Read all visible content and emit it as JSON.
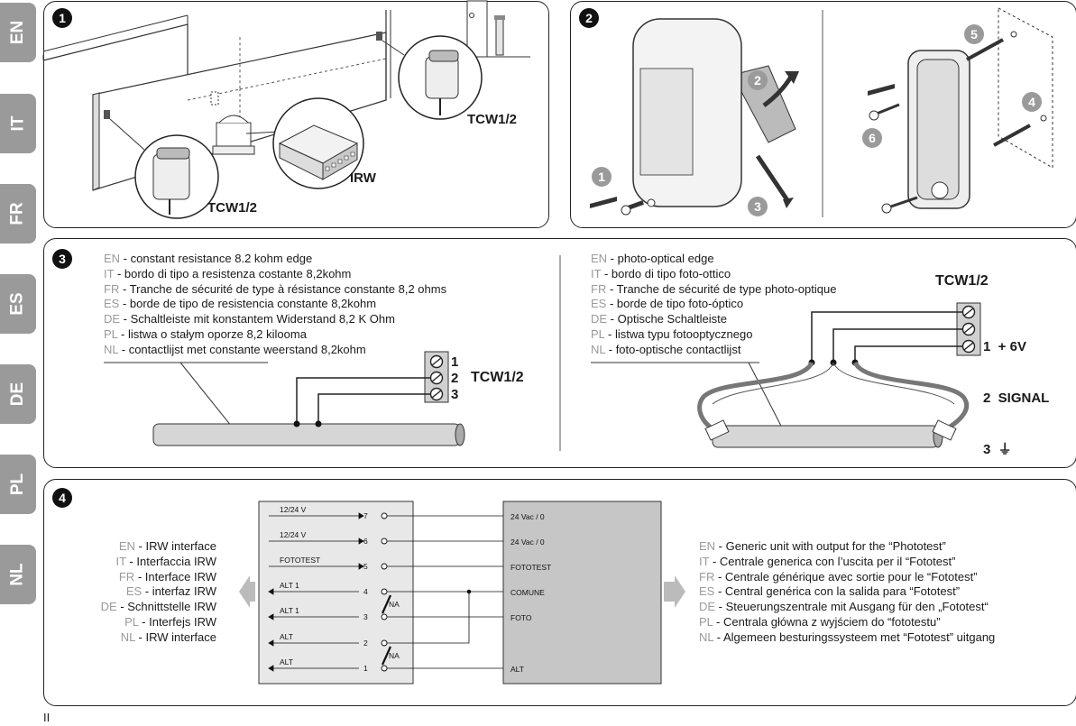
{
  "side_tabs": [
    "EN",
    "IT",
    "FR",
    "ES",
    "DE",
    "PL",
    "NL"
  ],
  "panel1": {
    "number": "1",
    "label_left": "TCW1/2",
    "label_right": "TCW1/2",
    "label_irw": "IRW"
  },
  "panel2": {
    "number": "2",
    "steps": [
      "1",
      "2",
      "3",
      "4",
      "5",
      "6"
    ]
  },
  "panel3": {
    "number": "3",
    "left_text": [
      {
        "lang": "EN",
        "text": " - constant resistance 8.2 kohm edge"
      },
      {
        "lang": "IT",
        "text": " - bordo di tipo a resistenza costante 8,2kohm"
      },
      {
        "lang": "FR",
        "text": " - Tranche de sécurité de type à résistance constante 8,2 ohms"
      },
      {
        "lang": "ES",
        "text": " - borde de tipo de resistencia constante 8,2kohm"
      },
      {
        "lang": "DE",
        "text": " - Schaltleiste mit konstantem Widerstand 8,2 K Ohm"
      },
      {
        "lang": "PL",
        "text": " - listwa o stałym oporze 8,2 kilooma"
      },
      {
        "lang": "NL",
        "text": " - contactlijst met constante weerstand 8,2kohm"
      }
    ],
    "right_text": [
      {
        "lang": "EN",
        "text": " - photo-optical edge"
      },
      {
        "lang": "IT",
        "text": " - bordo di tipo foto-ottico"
      },
      {
        "lang": "FR",
        "text": " - Tranche de sécurité de type photo-optique"
      },
      {
        "lang": "ES",
        "text": " - borde de tipo foto-óptico"
      },
      {
        "lang": "DE",
        "text": " - Optische Schaltleiste"
      },
      {
        "lang": "PL",
        "text": " - listwa typu fotooptycznego"
      },
      {
        "lang": "NL",
        "text": " - foto-optische contactlijst"
      }
    ],
    "left_terminals": [
      "1",
      "2",
      "3"
    ],
    "left_device": "TCW1/2",
    "right_device": "TCW1/2",
    "right_terminals": [
      "1  + 6V",
      "2  SIGNAL",
      "3  ⏚"
    ]
  },
  "panel4": {
    "number": "4",
    "left_text": [
      {
        "lang": "EN",
        "text": " - IRW interface"
      },
      {
        "lang": "IT",
        "text": " - Interfaccia IRW"
      },
      {
        "lang": "FR",
        "text": " - Interface IRW"
      },
      {
        "lang": "ES",
        "text": " - interfaz IRW"
      },
      {
        "lang": "DE",
        "text": " - Schnittstelle IRW"
      },
      {
        "lang": "PL",
        "text": " - Interfejs IRW"
      },
      {
        "lang": "NL",
        "text": " - IRW interface"
      }
    ],
    "right_text": [
      {
        "lang": "EN",
        "text": " - Generic unit with output for the “Phototest”"
      },
      {
        "lang": "IT",
        "text": " - Centrale generica con l’uscita per il “Fototest”"
      },
      {
        "lang": "FR",
        "text": " - Centrale générique avec sortie pour le “Fototest”"
      },
      {
        "lang": "ES",
        "text": " - Central genérica con la salida para “Fototest”"
      },
      {
        "lang": "DE",
        "text": " - Steuerungszentrale mit Ausgang für den „Fototest“"
      },
      {
        "lang": "PL",
        "text": " - Centrala główna z wyjściem do “fototestu”"
      },
      {
        "lang": "NL",
        "text": " - Algemeen besturingssysteem met “Fototest” uitgang"
      }
    ],
    "irw_inputs": [
      "12/24 V",
      "12/24 V",
      "FOTOTEST",
      "ALT 1",
      "ALT 1",
      "ALT",
      "ALT"
    ],
    "irw_pins": [
      "7",
      "6",
      "5",
      "4",
      "3",
      "2",
      "1"
    ],
    "contact_label": "NA",
    "unit_terminals": [
      "24 Vac / 0",
      "24 Vac / 0",
      "FOTOTEST",
      "COMUNE",
      "FOTO",
      "ALT"
    ]
  },
  "footer": "II"
}
